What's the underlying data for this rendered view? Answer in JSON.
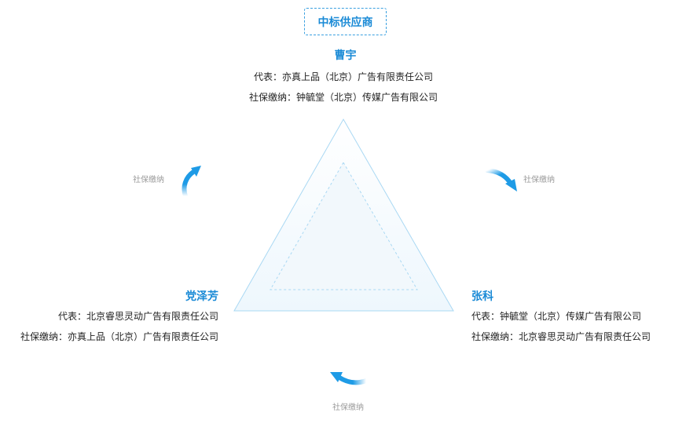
{
  "header": {
    "tag": "中标供应商"
  },
  "top": {
    "name": "曹宇",
    "rep_label": "代表：",
    "rep": "亦真上品（北京）广告有限责任公司",
    "ss_label": "社保缴纳：",
    "ss": "钟毓堂（北京）传媒广告有限公司"
  },
  "left": {
    "name": "党泽芳",
    "rep_label": "代表：",
    "rep": "北京睿思灵动广告有限责任公司",
    "ss_label": "社保缴纳：",
    "ss": "亦真上品（北京）广告有限责任公司"
  },
  "right": {
    "name": "张科",
    "rep_label": "代表：",
    "rep": "钟毓堂（北京）传媒广告有限公司",
    "ss_label": "社保缴纳：",
    "ss": "北京睿思灵动广告有限责任公司"
  },
  "flows": {
    "left_label": "社保缴纳",
    "right_label": "社保缴纳",
    "bottom_label": "社保缴纳"
  },
  "colors": {
    "accent": "#1a8ad6",
    "arrow": "#1e9be6",
    "triangle_stroke": "#a9d8f3",
    "triangle_fill": "#f3f9fd"
  }
}
